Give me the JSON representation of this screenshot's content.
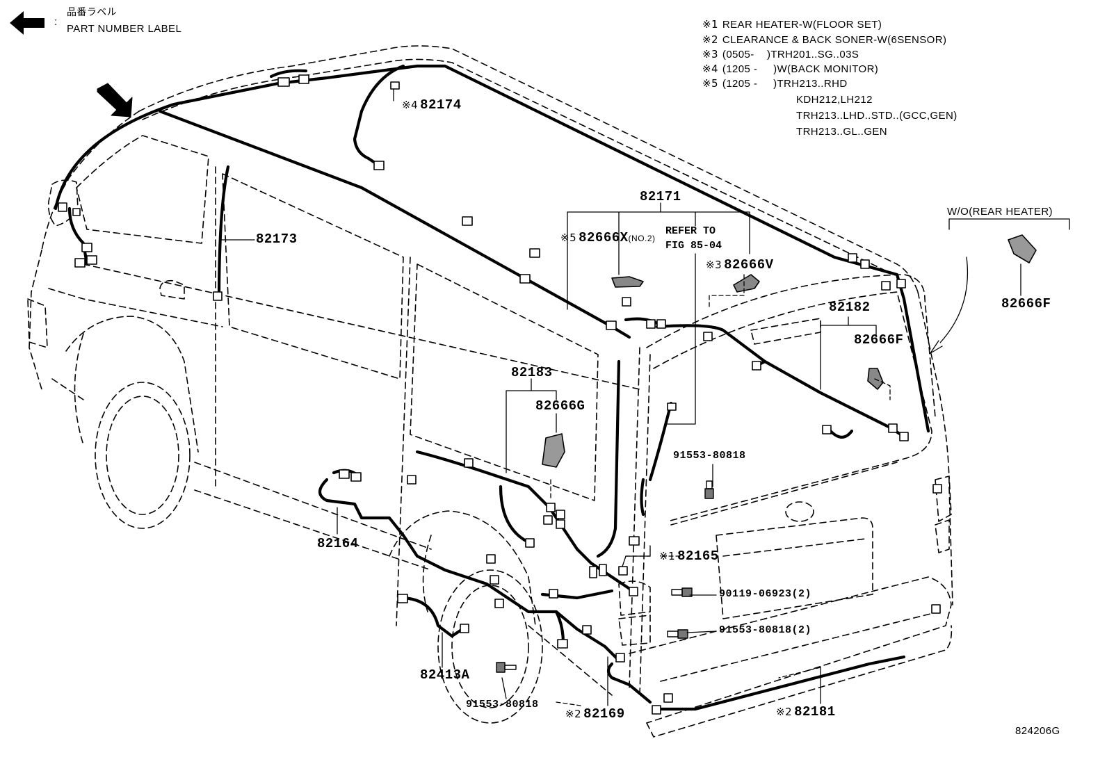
{
  "legend": {
    "icon": "arrow-left-icon",
    "colon": ":",
    "label_jp": "品番ラベル",
    "label_en": "PART NUMBER LABEL"
  },
  "notes": [
    {
      "mark": "※1",
      "text": "REAR HEATER-W(FLOOR SET)"
    },
    {
      "mark": "※2",
      "text": "CLEARANCE & BACK SONER-W(6SENSOR)"
    },
    {
      "mark": "※3",
      "text": "(0505-    )TRH201..SG..03S"
    },
    {
      "mark": "※4",
      "text": "(1205 -     )W(BACK MONITOR)"
    },
    {
      "mark": "※5",
      "text": "(1205 -     )TRH213..RHD"
    },
    {
      "mark": "",
      "text": "KDH212,LH212"
    },
    {
      "mark": "",
      "text": "TRH213..LHD..STD..(GCC,GEN)"
    },
    {
      "mark": "",
      "text": "TRH213..GL..GEN"
    }
  ],
  "inset": {
    "title": "W/O(REAR HEATER)",
    "part": "82666F"
  },
  "refer": {
    "line1": "REFER TO",
    "line2": "FIG 85-04"
  },
  "parts": {
    "p82174": {
      "mark": "※4",
      "num": "82174"
    },
    "p82171": {
      "num": "82171"
    },
    "p82173": {
      "num": "82173"
    },
    "p82666X": {
      "mark": "※5",
      "num": "82666X",
      "sub": "(NO.2)"
    },
    "p82666V": {
      "mark": "※3",
      "num": "82666V"
    },
    "p82182": {
      "num": "82182"
    },
    "p82666F": {
      "num": "82666F"
    },
    "p82183": {
      "num": "82183"
    },
    "p82666G": {
      "num": "82666G"
    },
    "p91553a": {
      "num": "91553-80818"
    },
    "p82164": {
      "num": "82164"
    },
    "p82165": {
      "mark": "※1",
      "num": "82165"
    },
    "p90119": {
      "num": "90119-06923(2)"
    },
    "p91553b": {
      "num": "91553-80818(2)"
    },
    "p82413A": {
      "num": "82413A"
    },
    "p91553c": {
      "num": "91553-80818"
    },
    "p82169": {
      "mark": "※2",
      "num": "82169"
    },
    "p82181": {
      "mark": "※2",
      "num": "82181"
    }
  },
  "figure_id": "824206G"
}
